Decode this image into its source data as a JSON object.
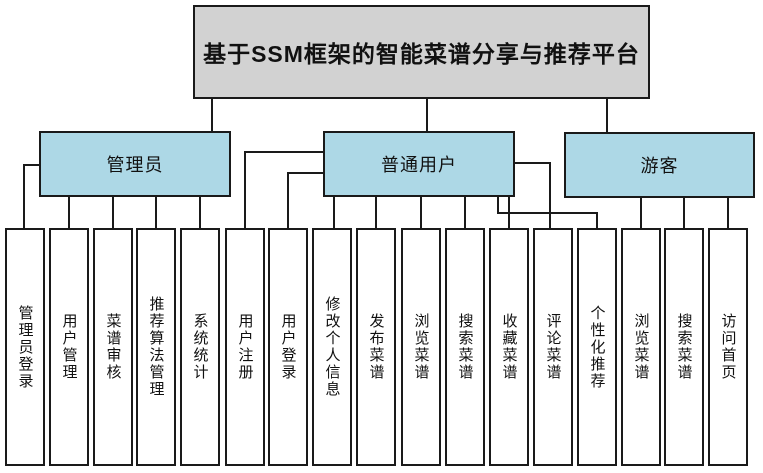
{
  "root": {
    "title": "基于SSM框架的智能菜谱分享与推荐平台"
  },
  "branches": [
    {
      "label": "管理员",
      "children": [
        "管理员登录",
        "用户管理",
        "菜谱审核",
        "推荐算法管理",
        "系统统计"
      ]
    },
    {
      "label": "普通用户",
      "children": [
        "用户注册",
        "用户登录",
        "修改个人信息",
        "发布菜谱",
        "浏览菜谱",
        "搜索菜谱",
        "收藏菜谱",
        "评论菜谱",
        "个性化推荐"
      ]
    },
    {
      "label": "游客",
      "children": [
        "浏览菜谱",
        "搜索菜谱",
        "访问首页"
      ]
    }
  ],
  "colors": {
    "root_fill": "#d2d2d2",
    "branch_fill": "#add8e6",
    "leaf_fill": "#ffffff",
    "border": "#1a1a1a",
    "connector": "#1a1a1a",
    "background": "#ffffff"
  }
}
